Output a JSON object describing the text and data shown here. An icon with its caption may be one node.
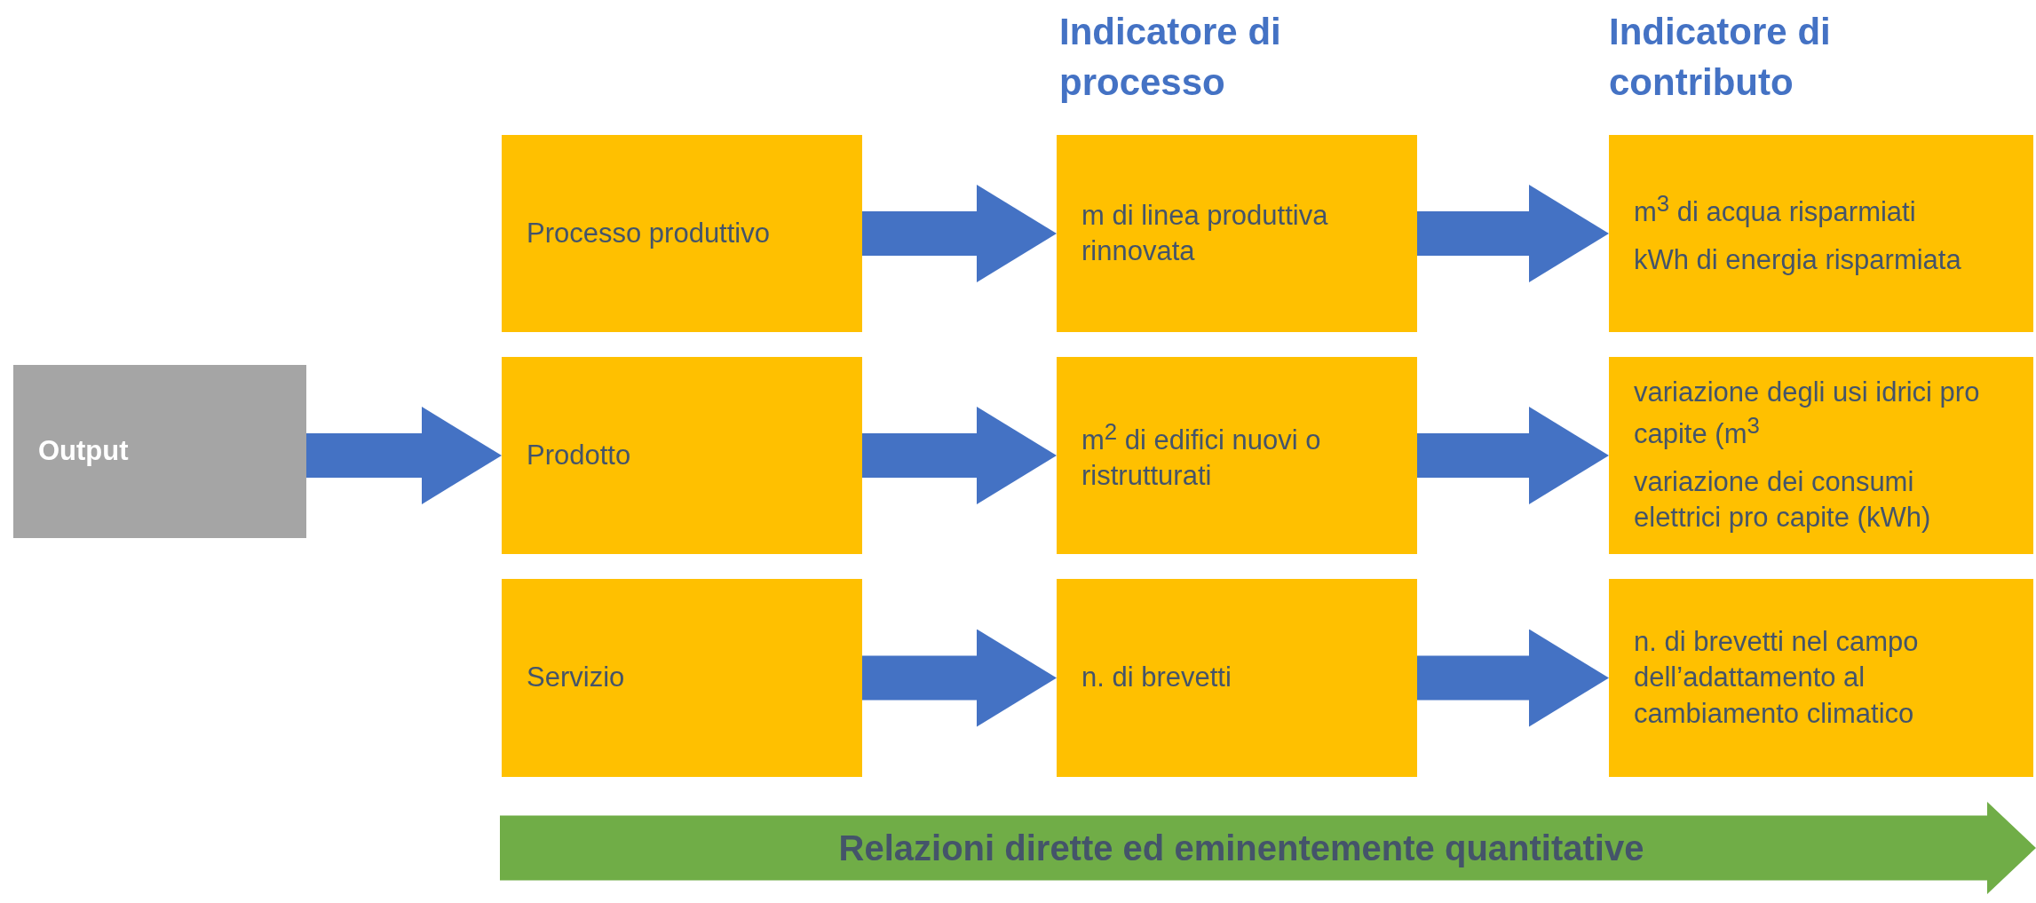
{
  "diagram": {
    "nodes": [
      {
        "text": [
          "Output"
        ]
      },
      {
        "text": [
          "Processo produttivo"
        ]
      },
      {
        "text": [
          "Prodotto"
        ]
      },
      {
        "text": [
          "Servizio"
        ]
      },
      {
        "text": [
          "m di linea produttiva rinnovata"
        ]
      },
      {
        "text": [
          "m$^{2}$ di edifici nuovi o ristrutturati"
        ]
      },
      {
        "text": [
          "n. di brevetti"
        ]
      },
      {
        "text": [
          "m$^{3}$ di acqua risparmiati",
          "kWh di energia risparmiata"
        ]
      },
      {
        "text": [
          "variazione degli usi idrici pro capite (m$^{3}$",
          "variazione dei consumi elettrici pro capite (kWh)"
        ]
      },
      {
        "text": [
          "n. di brevetti nel campo dell’adattamento al cambiamento climatico"
        ]
      },
      {
        "text": [
          "Relazioni dirette ed eminentemente quantitative"
        ]
      }
    ],
    "edges": [
      {
        "from": 0,
        "to": 2,
        "arrow": "to"
      },
      {
        "from": 1,
        "to": 4,
        "arrow": "to"
      },
      {
        "from": 4,
        "to": 7,
        "arrow": "to"
      },
      {
        "from": 2,
        "to": 5,
        "arrow": "to"
      },
      {
        "from": 5,
        "to": 8,
        "arrow": "to"
      },
      {
        "from": 3,
        "to": 6,
        "arrow": "to"
      },
      {
        "from": 6,
        "to": 9,
        "arrow": "to"
      }
    ],
    "labels": [
      "Indicatore di processo",
      "Indicatore di contributo"
    ]
  }
}
